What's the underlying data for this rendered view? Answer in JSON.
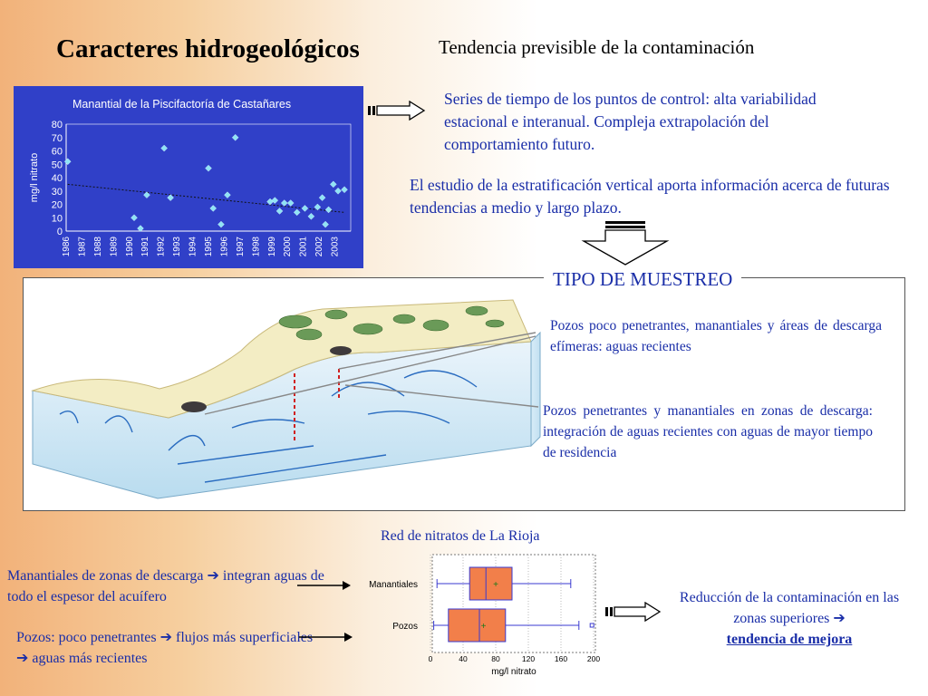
{
  "title": "Caracteres hidrogeológicos",
  "subtitle": "Tendencia previsible de la contaminación",
  "series_text": "Series de tiempo de los puntos de control: alta variabilidad estacional e interanual. Compleja extrapolación del comportamiento futuro.",
  "estratificacion_text": "El estudio de la estratificación vertical aporta información acerca de futuras tendencias a medio y largo plazo.",
  "tipo_muestreo": "TIPO DE MUESTREO",
  "pozos_poco": "Pozos poco penetrantes, manantiales y áreas de descarga efímeras: aguas recientes",
  "pozos_penetrantes": "Pozos penetrantes y manantiales en zonas de descarga: integración de aguas recientes con aguas de mayor tiempo de residencia",
  "red_nitratos": "Red de nitratos de La Rioja",
  "manantiales_text": "Manantiales de zonas de descarga ➔ integran aguas de todo el espesor del acuífero",
  "pozos_text": "Pozos: poco penetrantes ➔ flujos más superficiales ➔ aguas más recientes",
  "reduccion_text": "Reducción de la contaminación en las zonas superiores ➔",
  "tendencia": "tendencia de mejora",
  "chart_data": [
    {
      "type": "scatter",
      "title": "Manantial de la Piscifactoría de Castañares",
      "ylabel": "mg/l nitrato",
      "xlabel": "",
      "ylim": [
        0,
        80
      ],
      "yticks": [
        0,
        10,
        20,
        30,
        40,
        50,
        60,
        70,
        80
      ],
      "xticks": [
        "1986",
        "1987",
        "1988",
        "1989",
        "1990",
        "1991",
        "1992",
        "1993",
        "1994",
        "1995",
        "1996",
        "1997",
        "1998",
        "1999",
        "2000",
        "2001",
        "2002",
        "2003"
      ],
      "points": [
        [
          1986.1,
          52
        ],
        [
          1990.3,
          10
        ],
        [
          1990.7,
          2
        ],
        [
          1991.1,
          27
        ],
        [
          1992.2,
          62
        ],
        [
          1992.6,
          25
        ],
        [
          1995.0,
          47
        ],
        [
          1995.3,
          17
        ],
        [
          1995.8,
          5
        ],
        [
          1996.2,
          27
        ],
        [
          1996.7,
          70
        ],
        [
          1998.9,
          22
        ],
        [
          1999.2,
          23
        ],
        [
          1999.5,
          15
        ],
        [
          1999.8,
          21
        ],
        [
          2000.2,
          21
        ],
        [
          2000.6,
          14
        ],
        [
          2001.1,
          17
        ],
        [
          2001.5,
          11
        ],
        [
          2001.9,
          18
        ],
        [
          2002.2,
          25
        ],
        [
          2002.4,
          5
        ],
        [
          2002.6,
          16
        ],
        [
          2002.9,
          35
        ],
        [
          2003.2,
          30
        ],
        [
          2003.6,
          31
        ]
      ],
      "trend": [
        [
          1986.1,
          35
        ],
        [
          2003.6,
          14
        ]
      ]
    },
    {
      "type": "boxplot",
      "categories": [
        "Manantiales",
        "Pozos"
      ],
      "xlabel": "mg/l nitrato",
      "xlim": [
        0,
        200
      ],
      "xticks": [
        0,
        40,
        80,
        120,
        160,
        200
      ],
      "boxes": [
        {
          "name": "Manantiales",
          "min": 8,
          "q1": 48,
          "median": 68,
          "q3": 100,
          "max": 172,
          "mean": 80
        },
        {
          "name": "Pozos",
          "min": 4,
          "q1": 22,
          "median": 60,
          "q3": 92,
          "max": 182,
          "mean": 65,
          "outliers": [
            198
          ]
        }
      ]
    }
  ]
}
